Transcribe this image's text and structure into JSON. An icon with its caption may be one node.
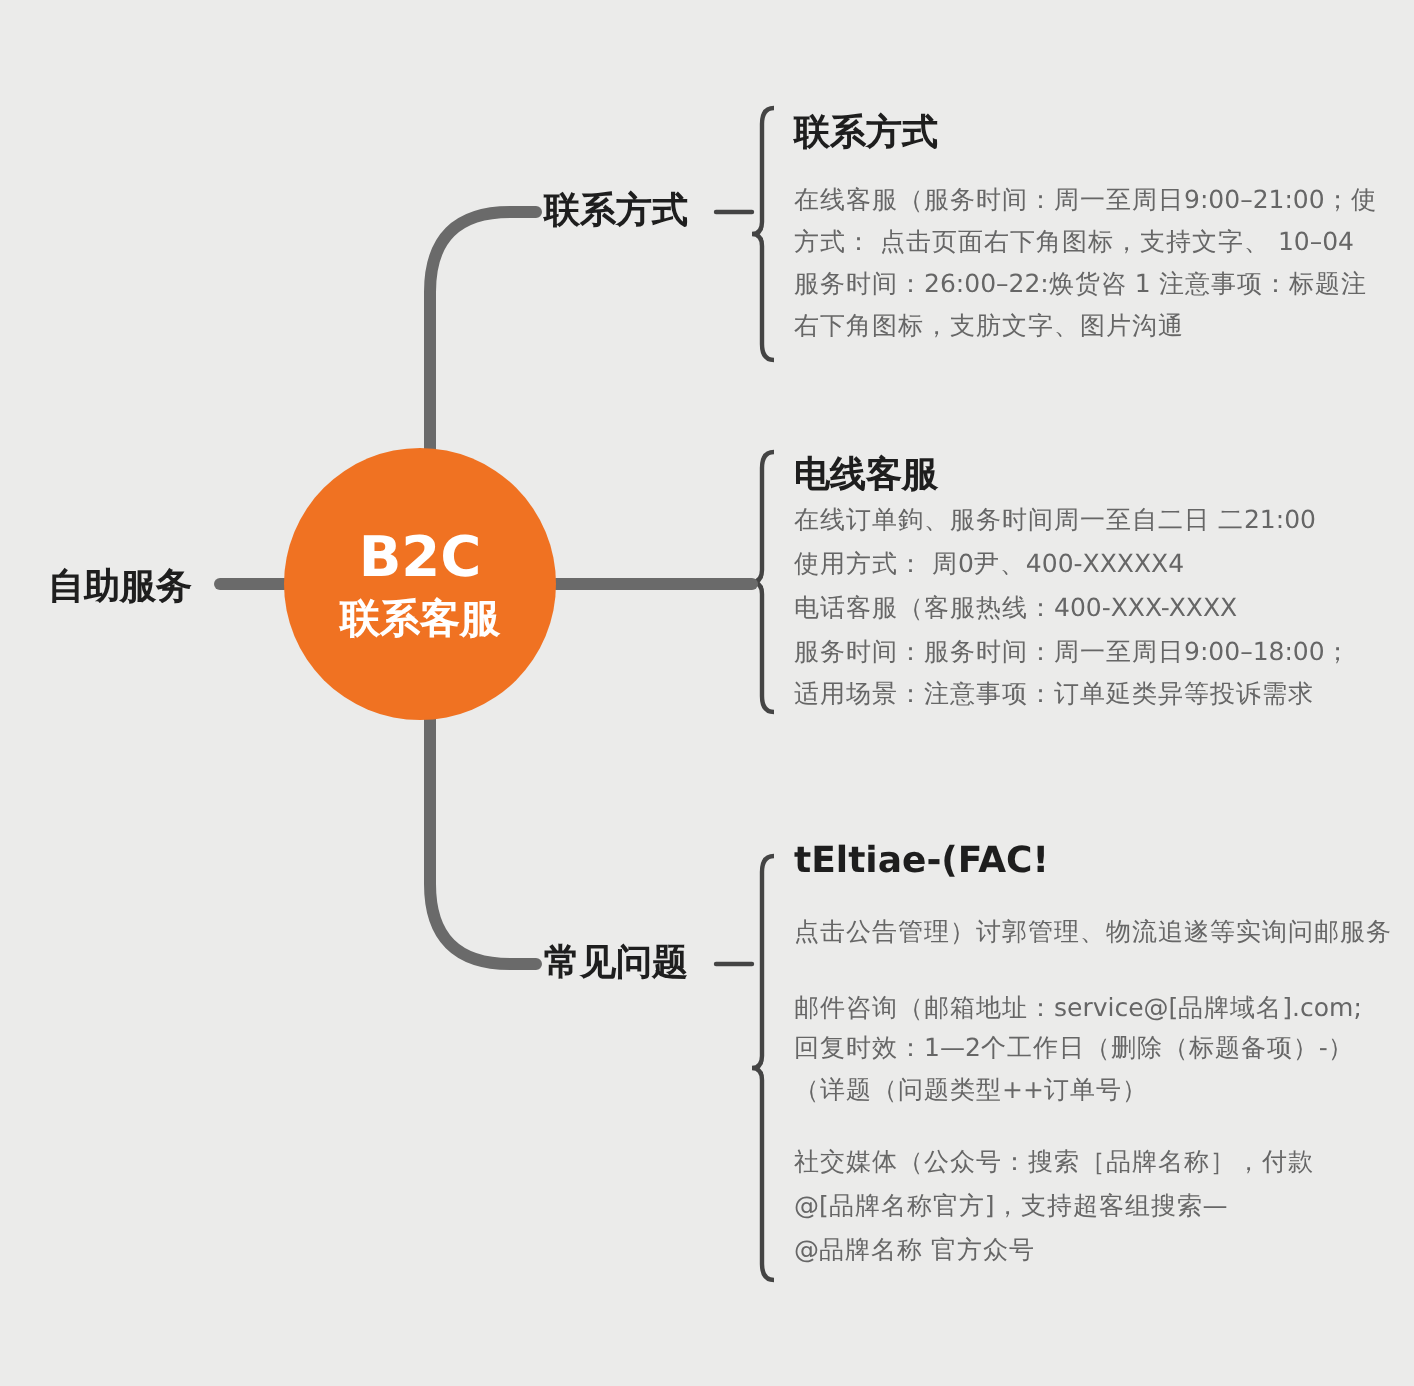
{
  "diagram": {
    "nodes": [
      {
        "text": [
          "自助服务"
        ]
      },
      {
        "text": [
          "B2C",
          "联系客服"
        ]
      },
      {
        "text": [
          "联系方式"
        ]
      },
      {
        "text": [
          "常见问题"
        ]
      },
      {
        "text": [
          "联系方式",
          "在线客服（服务时间：周一至周日9:00–21:00；使",
          "方式： 点击页面右下角图标，支持文字、 10–04",
          "服务时间：26:00–22:焕货咨 1 注意事项：标题注",
          "右下角图标，支肪文字、图片沟通"
        ]
      },
      {
        "text": [
          "电线客服",
          "在线订单鉤、服务时间周一至自二日 二21:00",
          "使用方式： 周0尹、400-XXXXX4",
          "电话客服（客服热线：400-XXX-XXXX",
          "服务时间：服务时间：周一至周日9:00–18:00；",
          "适用场景：注意事项：订单延类异等投诉需求"
        ]
      },
      {
        "text": [
          "tEltiae-(FAC!",
          "点击公告管理）讨郭管理、物流追遂等实询问邮服务",
          "邮件咨询（邮箱地址：service@[品牌域名].com;",
          "回复时效：1—2个工作日（删除（标题备项）-）",
          "（详题（问题类型++订单号）",
          "社交媒体（公众号：搜索［品牌名称］，付款",
          "@[品牌名称官方]，支持超客组搜索—",
          "@品牌名称 官方众号"
        ]
      }
    ],
    "edges": [
      {
        "from": 0,
        "to": 1,
        "arrow": "none"
      },
      {
        "from": 1,
        "to": 2,
        "arrow": "none"
      },
      {
        "from": 1,
        "to": 5,
        "arrow": "none"
      },
      {
        "from": 1,
        "to": 3,
        "arrow": "none"
      },
      {
        "from": 2,
        "to": 4,
        "arrow": "none"
      },
      {
        "from": 3,
        "to": 6,
        "arrow": "none"
      }
    ]
  }
}
